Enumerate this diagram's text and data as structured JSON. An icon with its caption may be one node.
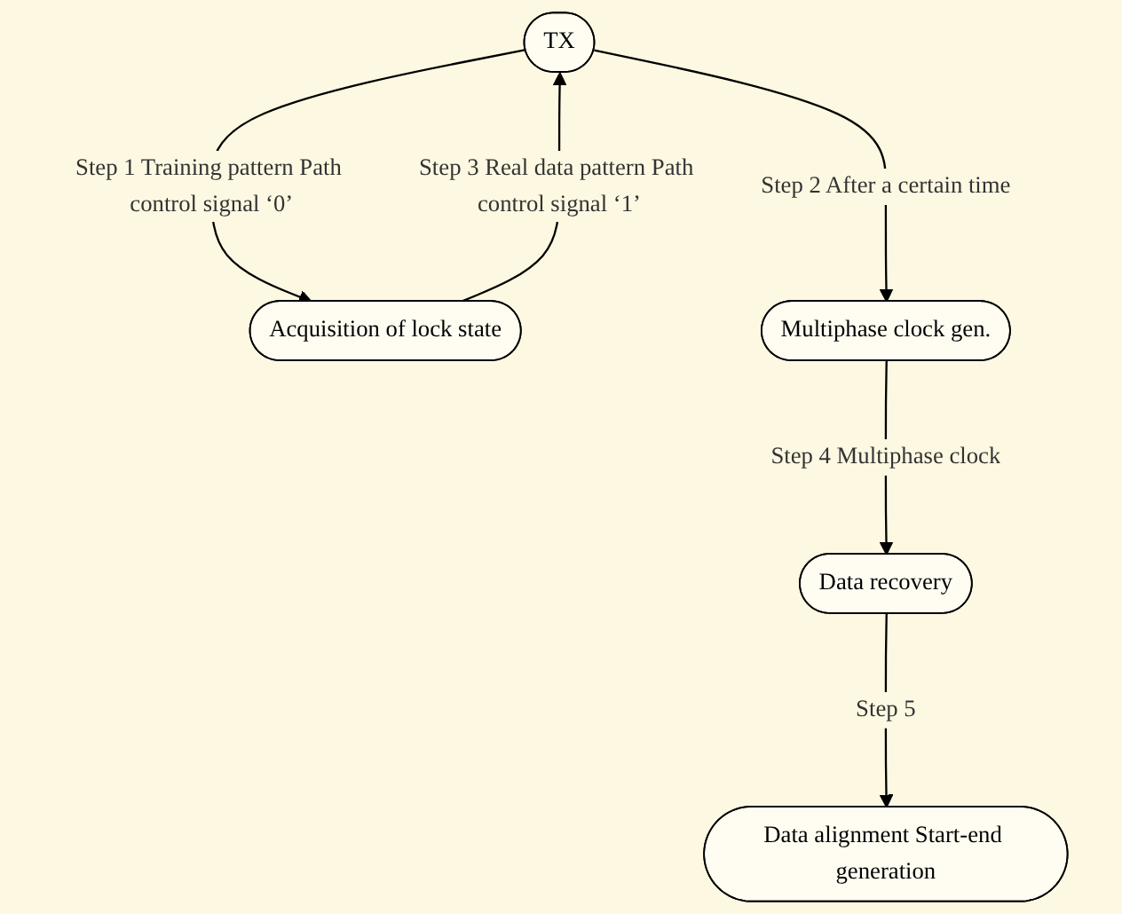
{
  "diagram": {
    "nodes": [
      {
        "text": [
          "TX"
        ]
      },
      {
        "text": [
          "Acquisition of lock state"
        ]
      },
      {
        "text": [
          "Multiphase clock gen."
        ]
      },
      {
        "text": [
          "Data recovery"
        ]
      },
      {
        "text": [
          "Data alignment Start-end generation"
        ]
      }
    ],
    "edges": [
      {
        "from": 0,
        "to": 1,
        "arrow": "to",
        "label": "Step 1 Training pattern Path control signal ‘0’"
      },
      {
        "from": 1,
        "to": 0,
        "arrow": "to",
        "label": "Step 3 Real data pattern Path control signal ‘1’"
      },
      {
        "from": 0,
        "to": 2,
        "arrow": "to",
        "label": "Step 2 After a certain time"
      },
      {
        "from": 2,
        "to": 3,
        "arrow": "to",
        "label": "Step 4 Multiphase clock"
      },
      {
        "from": 3,
        "to": 4,
        "arrow": "to",
        "label": "Step 5"
      }
    ]
  }
}
